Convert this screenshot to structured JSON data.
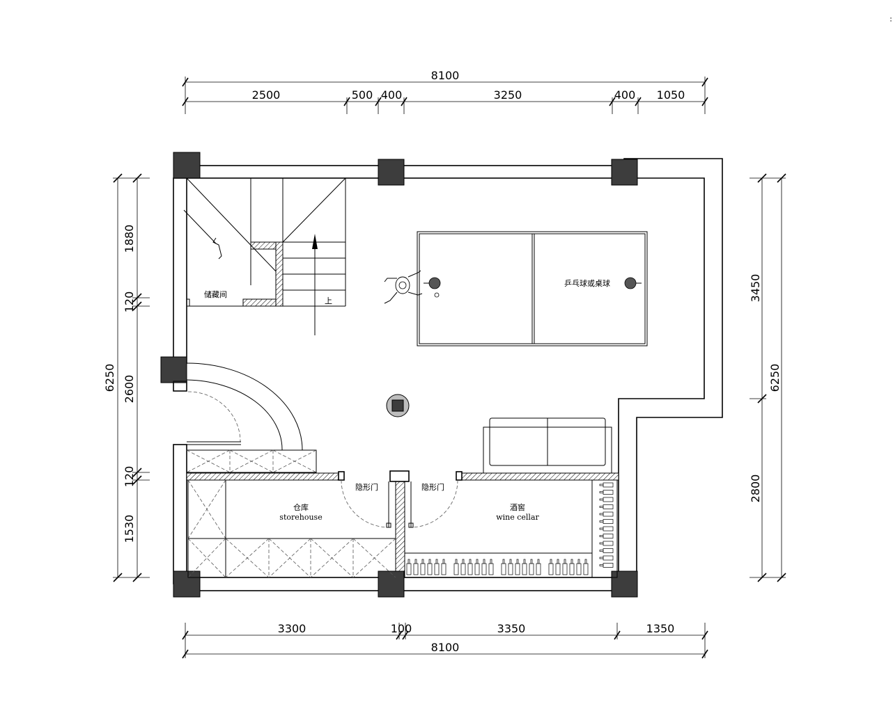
{
  "dimensions": {
    "top_total": "8100",
    "top_segments": [
      "2500",
      "500",
      "400",
      "3250",
      "400",
      "1050"
    ],
    "bottom_segments": [
      "3300",
      "100",
      "3350",
      "1350"
    ],
    "bottom_total": "8100",
    "left_total": "6250",
    "left_segments": [
      "1880",
      "120",
      "2600",
      "120",
      "1530"
    ],
    "right_total": "6250",
    "right_segments": [
      "3450",
      "2800"
    ]
  },
  "rooms": {
    "storage_closet": "储藏间",
    "stair_up": "上",
    "ping_pong": "乒乓球或桌球",
    "hidden_door_left": "隐形门",
    "hidden_door_right": "隐形门",
    "storehouse_cn": "仓库",
    "storehouse_en": "storehouse",
    "wine_cellar_cn": "酒窖",
    "wine_cellar_en": "wine cellar"
  },
  "colors": {
    "column": "#3d3d3d",
    "line": "#000000",
    "background": "#ffffff"
  }
}
